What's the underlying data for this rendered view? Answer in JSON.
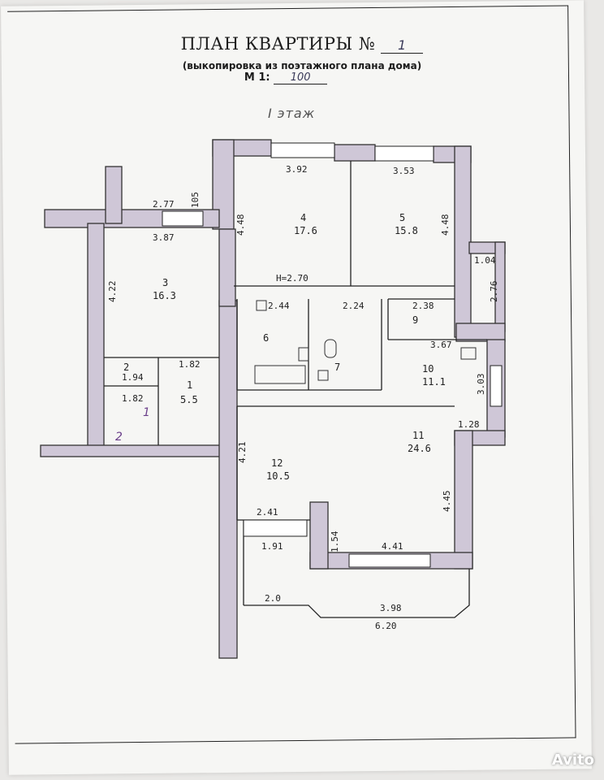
{
  "header": {
    "title": "ПЛАН КВАРТИРЫ №",
    "apartment_number": "1",
    "subtitle": "(выкопировка из поэтажного плана дома)",
    "scale_label": "М 1:",
    "scale_value": "100",
    "floor_label": "I этаж"
  },
  "rooms": [
    {
      "id": "r1",
      "number": "1",
      "area": "5.5"
    },
    {
      "id": "r2",
      "number": "2",
      "area": ""
    },
    {
      "id": "r3",
      "number": "3",
      "area": "16.3"
    },
    {
      "id": "r4",
      "number": "4",
      "area": "17.6"
    },
    {
      "id": "r5",
      "number": "5",
      "area": "15.8"
    },
    {
      "id": "r6",
      "number": "6",
      "area": ""
    },
    {
      "id": "r7",
      "number": "7",
      "area": ""
    },
    {
      "id": "r9",
      "number": "9",
      "area": ""
    },
    {
      "id": "r10",
      "number": "10",
      "area": "11.1"
    },
    {
      "id": "r11",
      "number": "11",
      "area": "24.6"
    },
    {
      "id": "r12",
      "number": "12",
      "area": "10.5"
    }
  ],
  "dimensions": {
    "d_2_77": "2.77",
    "d_105": "105",
    "d_3_87": "3.87",
    "d_4_22": "4.22",
    "d_3_92": "3.92",
    "d_4_48_a": "4.48",
    "d_3_53": "3.53",
    "d_4_48_b": "4.48",
    "d_height": "Н=2.70",
    "d_1_04": "1.04",
    "d_2_76": "2.76",
    "d_2_44": "2.44",
    "d_2_24": "2.24",
    "d_2_38": "2.38",
    "d_3_67": "3.67",
    "d_1_82_a": "1.82",
    "d_1_94": "1.94",
    "d_1_82_b": "1.82",
    "d_3_03": "3.03",
    "d_1_28": "1.28",
    "d_4_21": "4.21",
    "d_4_45": "4.45",
    "d_2_41": "2.41",
    "d_1_54": "1.54",
    "d_1_91": "1.91",
    "d_4_41": "4.41",
    "d_2_0": "2.0",
    "d_3_98": "3.98",
    "d_6_20": "6.20"
  },
  "handwritten_marks": {
    "mark_1": "1",
    "mark_2": "2"
  },
  "watermark": "Avito"
}
